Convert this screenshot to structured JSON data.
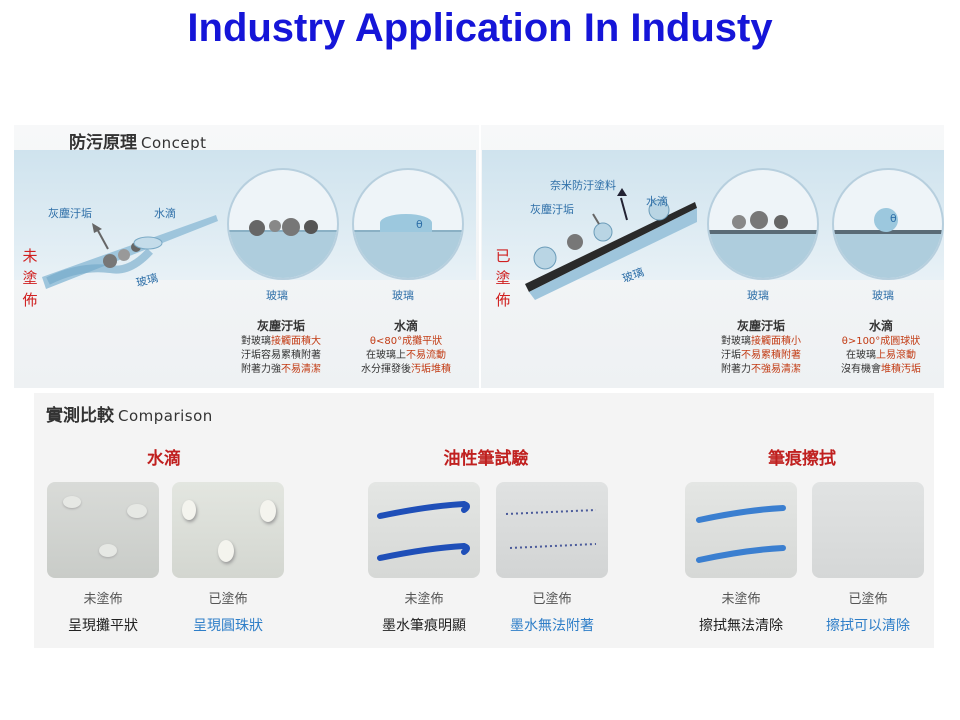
{
  "title": "Industry Application In Industy",
  "concept": {
    "heading": "防污原理",
    "heading_en": "Concept",
    "uncoated": {
      "side_label": "未塗佈",
      "dust_label": "灰塵汙垢",
      "water_label": "水滴",
      "glass_label": "玻璃",
      "circle1_caption": "玻璃",
      "circle2_caption": "玻璃",
      "theta": "θ",
      "desc1": {
        "title": "灰塵汙垢",
        "l1a": "對玻璃",
        "l1b": "接觸面積大",
        "l2a": "汙垢容易",
        "l2b": "累積附著",
        "l3a": "附著力強",
        "l3b": "不易清潔"
      },
      "desc2": {
        "title": "水滴",
        "l1a": "θ",
        "l1b": "<80°成攤平狀",
        "l2a": "在玻璃上",
        "l2b": "不易流動",
        "l3a": "水分揮發後",
        "l3b": "汚垢堆積"
      }
    },
    "coated": {
      "side_label": "已塗佈",
      "coating_label": "奈米防汙塗料",
      "dust_label": "灰塵汙垢",
      "water_label": "水滴",
      "glass_label": "玻璃",
      "circle1_caption": "玻璃",
      "circle2_caption": "玻璃",
      "theta": "θ",
      "desc1": {
        "title": "灰塵汙垢",
        "l1a": "對玻璃",
        "l1b": "接觸面積小",
        "l2a": "汙垢",
        "l2b": "不易累積附著",
        "l3a": "附著力",
        "l3b": "不強易清潔"
      },
      "desc2": {
        "title": "水滴",
        "l1a": "θ",
        "l1b": ">100°成圓球狀",
        "l2a": "在玻璃",
        "l2b": "上易滾動",
        "l3a": "沒有機會",
        "l3b": "堆積汚垢"
      }
    }
  },
  "comparison": {
    "heading": "實測比較",
    "heading_en": "Comparison",
    "groups": [
      {
        "title": "水滴",
        "left": {
          "caption": "未塗佈",
          "result": "呈現攤平狀"
        },
        "right": {
          "caption": "已塗佈",
          "result": "呈現圓珠狀"
        }
      },
      {
        "title": "油性筆試驗",
        "left": {
          "caption": "未塗佈",
          "result": "墨水筆痕明顯"
        },
        "right": {
          "caption": "已塗佈",
          "result": "墨水無法附著"
        }
      },
      {
        "title": "筆痕擦拭",
        "left": {
          "caption": "未塗佈",
          "result": "擦拭無法清除"
        },
        "right": {
          "caption": "已塗佈",
          "result": "擦拭可以清除"
        }
      }
    ]
  },
  "colors": {
    "title": "#1515d8",
    "accent_red": "#c0201f",
    "accent_blue": "#2e7ec8",
    "ink": "#1f4fb8"
  }
}
